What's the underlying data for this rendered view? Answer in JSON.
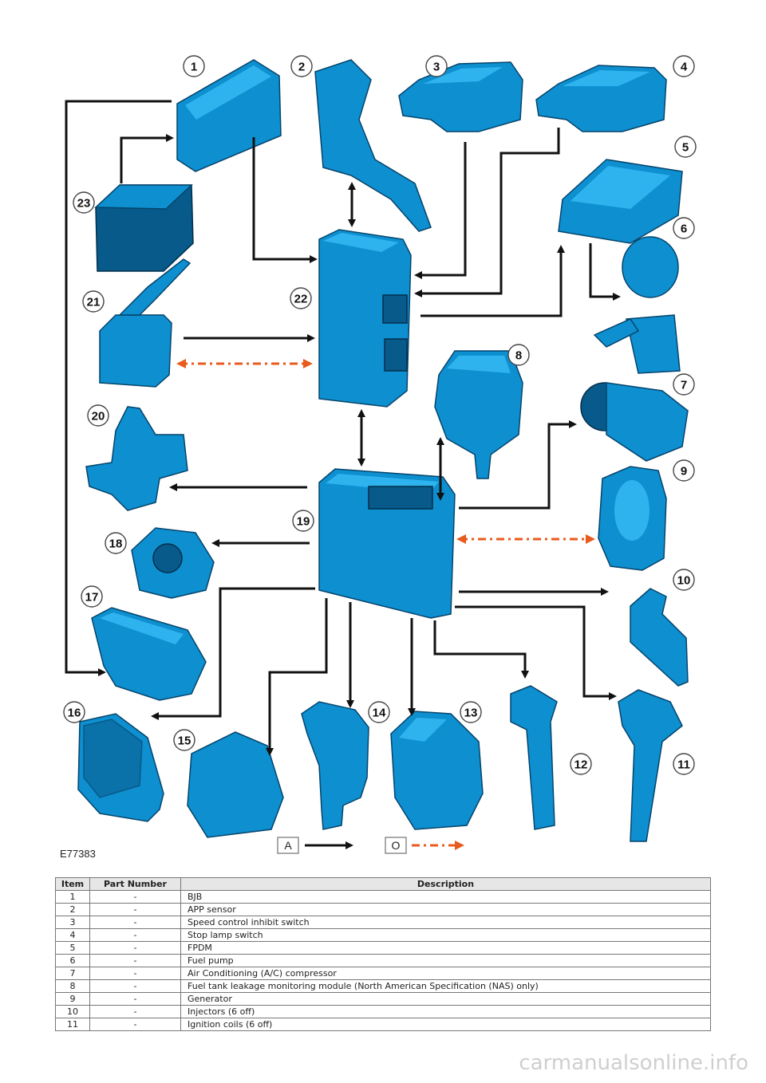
{
  "figure_id": "E77383",
  "callouts": [
    "1",
    "2",
    "3",
    "4",
    "5",
    "6",
    "7",
    "8",
    "9",
    "10",
    "11",
    "12",
    "13",
    "14",
    "15",
    "16",
    "17",
    "18",
    "19",
    "20",
    "21",
    "22",
    "23"
  ],
  "legend": {
    "solid_label": "A",
    "dashed_label": "O"
  },
  "table": {
    "headers": [
      "Item",
      "Part Number",
      "Description"
    ],
    "rows": [
      {
        "item": "1",
        "part": "-",
        "desc": "BJB"
      },
      {
        "item": "2",
        "part": "-",
        "desc": "APP sensor"
      },
      {
        "item": "3",
        "part": "-",
        "desc": "Speed control inhibit switch"
      },
      {
        "item": "4",
        "part": "-",
        "desc": "Stop lamp switch"
      },
      {
        "item": "5",
        "part": "-",
        "desc": "FPDM"
      },
      {
        "item": "6",
        "part": "-",
        "desc": "Fuel pump"
      },
      {
        "item": "7",
        "part": "-",
        "desc": "Air Conditioning (A/C) compressor"
      },
      {
        "item": "8",
        "part": "-",
        "desc": "Fuel tank leakage monitoring module (North American Specification (NAS) only)"
      },
      {
        "item": "9",
        "part": "-",
        "desc": "Generator"
      },
      {
        "item": "10",
        "part": "-",
        "desc": "Injectors (6 off)"
      },
      {
        "item": "11",
        "part": "-",
        "desc": "Ignition coils (6 off)"
      }
    ]
  },
  "watermark": "carmanualsonline.info",
  "colors": {
    "component": "#0e8fd0",
    "solid_line": "#111111",
    "dashed_line": "#e85a1e"
  }
}
